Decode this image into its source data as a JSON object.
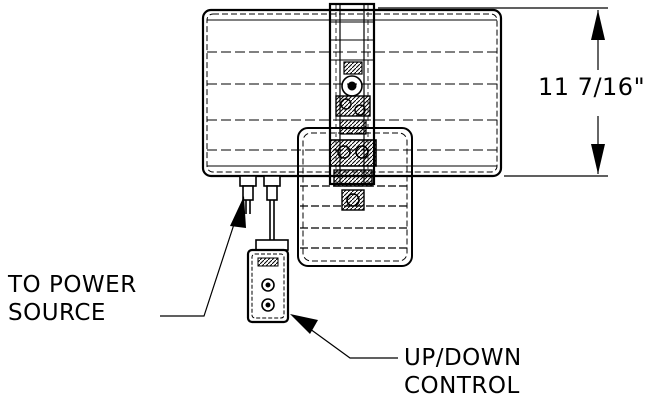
{
  "dimension": {
    "height_label": "11 7/16\""
  },
  "callouts": {
    "power_line1": "TO POWER",
    "power_line2": "SOURCE",
    "control_line1": "UP/DOWN",
    "control_line2": "CONTROL"
  }
}
